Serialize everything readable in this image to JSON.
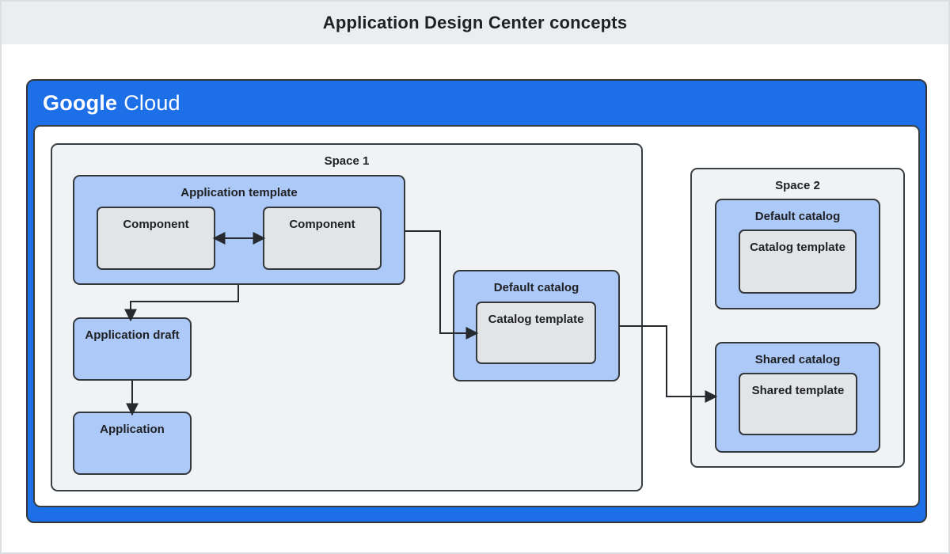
{
  "banner": {
    "title": "Application Design Center concepts"
  },
  "logo": {
    "google": "Google",
    "cloud": "Cloud"
  },
  "space1": {
    "label": "Space 1",
    "application_template": {
      "label": "Application template",
      "components": [
        "Component",
        "Component"
      ]
    },
    "application_draft": {
      "label": "Application draft"
    },
    "application": {
      "label": "Application"
    },
    "default_catalog": {
      "label": "Default catalog",
      "catalog_template": {
        "label": "Catalog template"
      }
    }
  },
  "space2": {
    "label": "Space 2",
    "default_catalog": {
      "label": "Default catalog",
      "catalog_template": {
        "label": "Catalog template"
      }
    },
    "shared_catalog": {
      "label": "Shared catalog",
      "shared_template": {
        "label": "Shared template"
      }
    }
  },
  "colors": {
    "brand_blue": "#1d6fe8",
    "card_blue": "#adc9f8",
    "card_gray": "#e3e4e6",
    "space_fill": "#f0f2f4",
    "banner_fill": "#ebeef1",
    "border_dark": "#33383d",
    "arrow": "#26292d",
    "text": "#202124"
  }
}
